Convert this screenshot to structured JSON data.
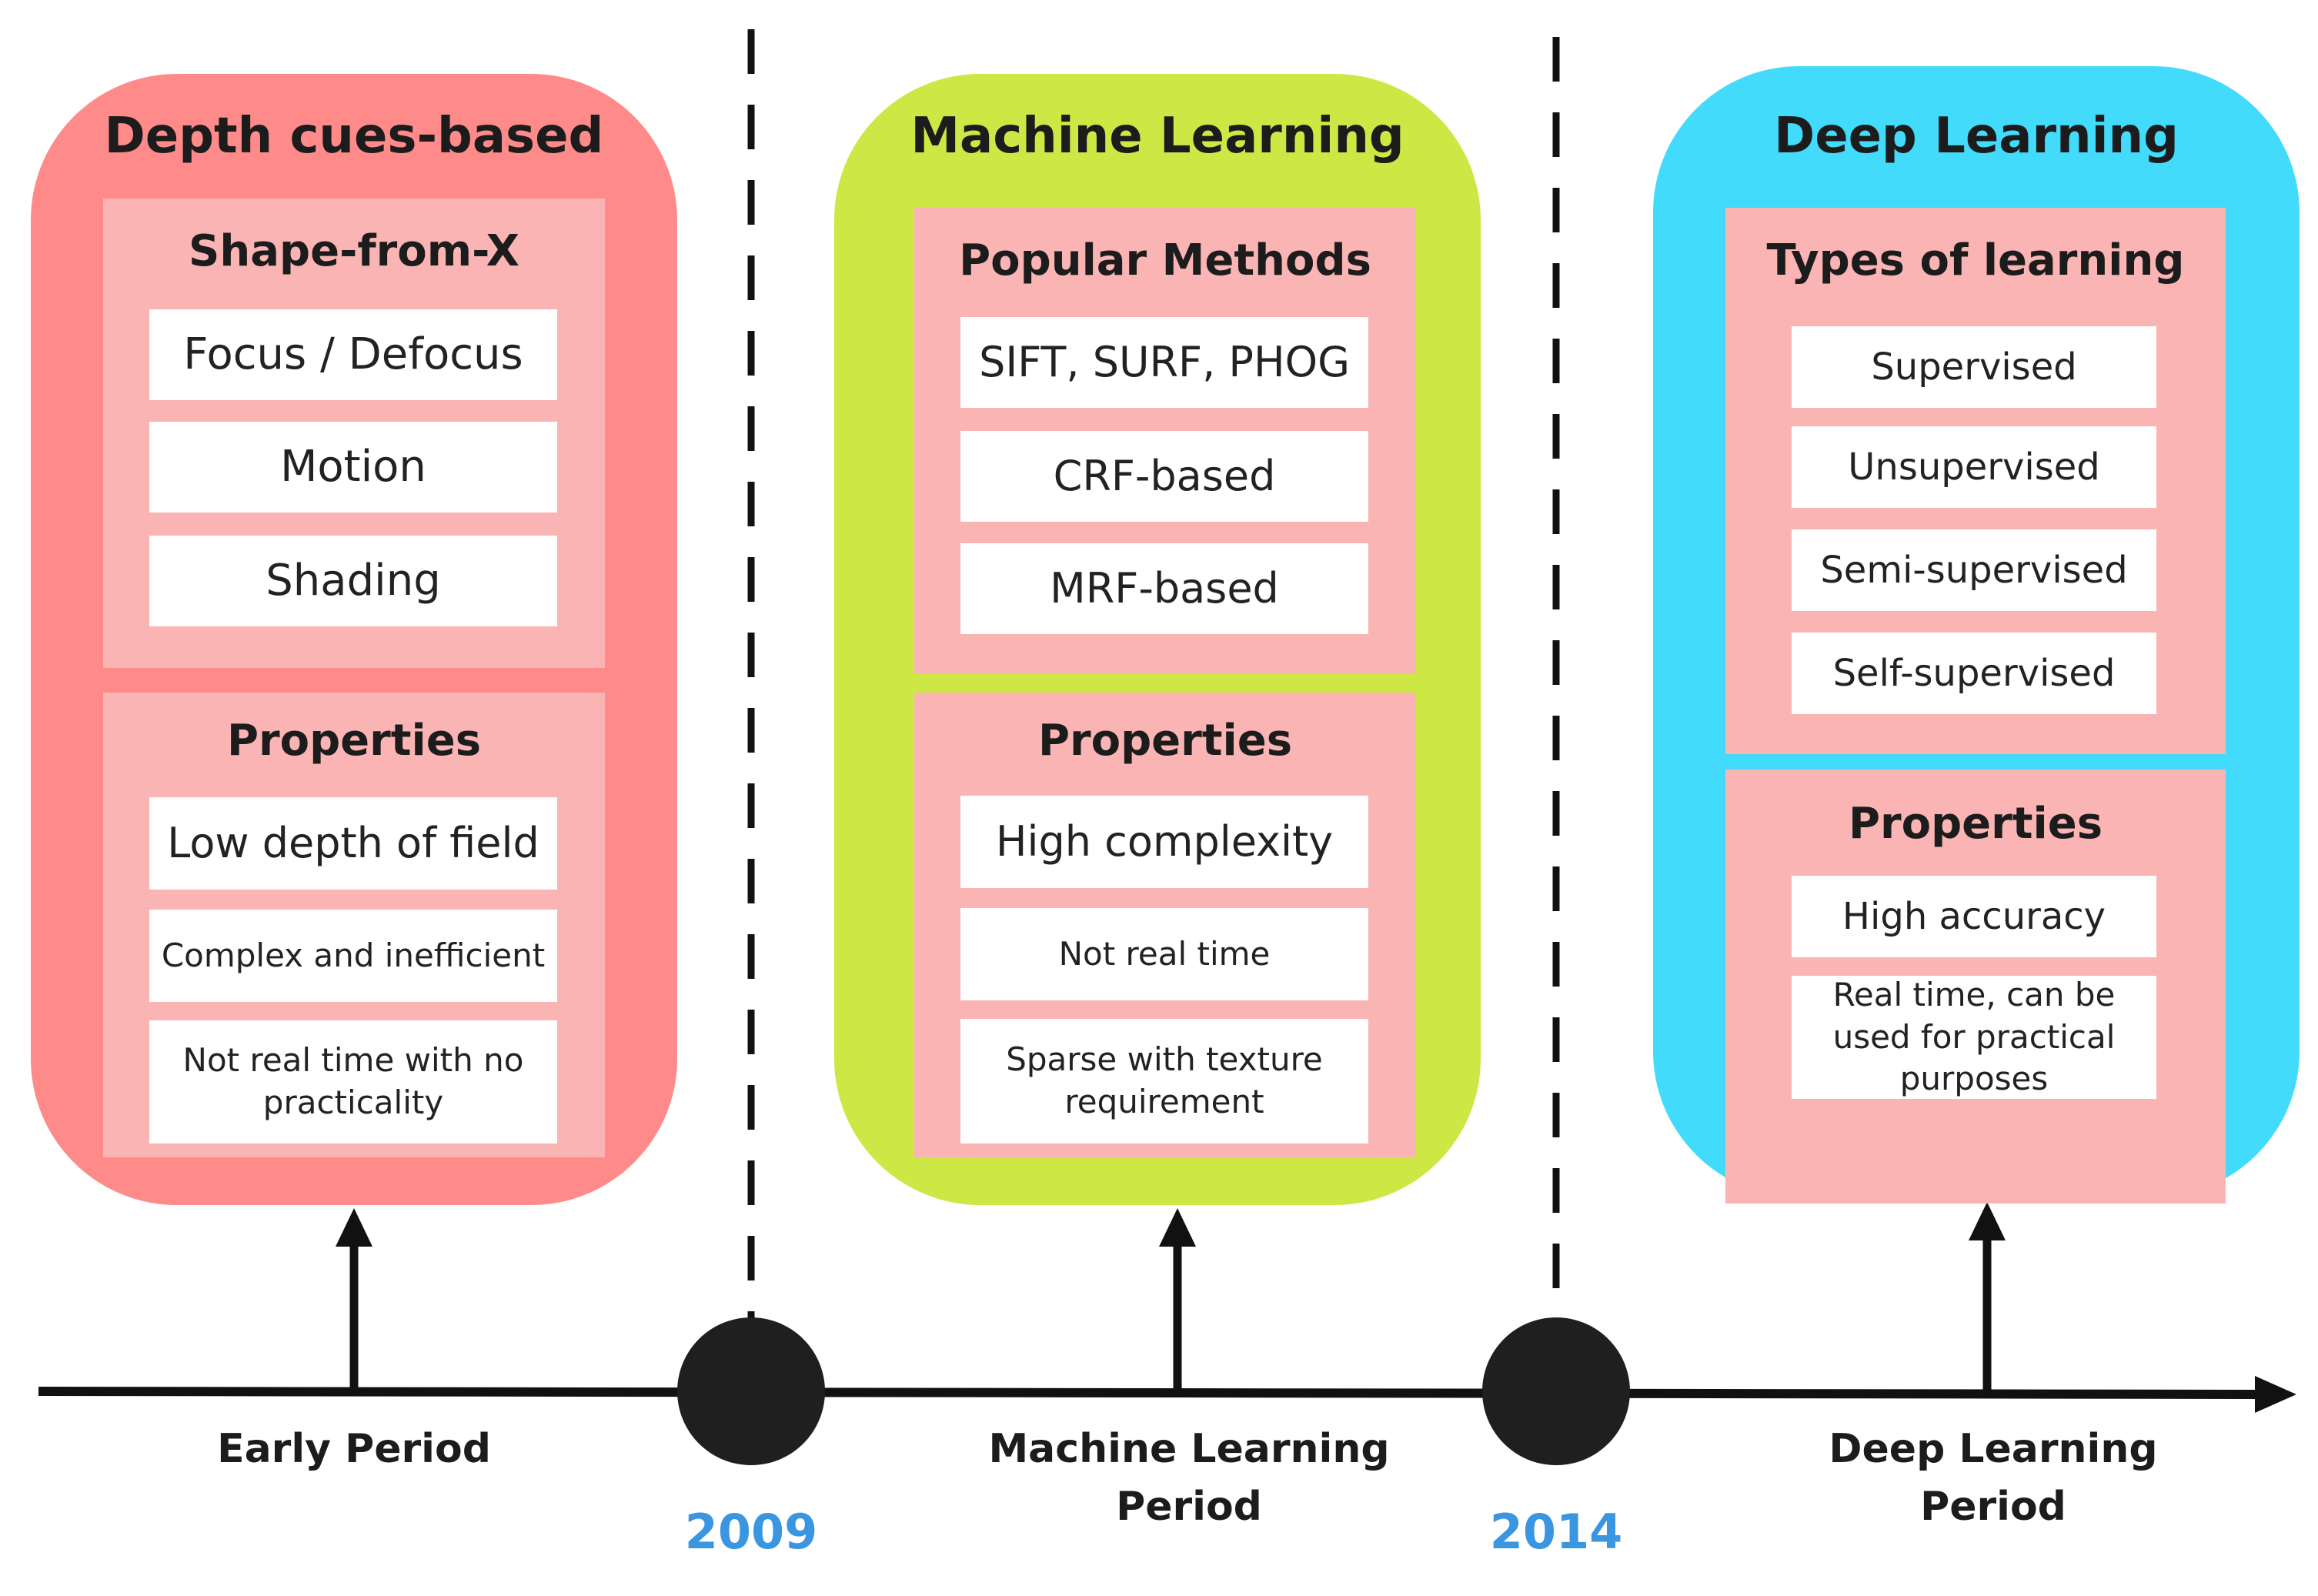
{
  "columns": [
    {
      "title": "Depth cues-based",
      "bg": "#ff8a8a",
      "groups": [
        {
          "title": "Shape-from-X",
          "items": [
            "Focus / Defocus",
            "Motion",
            "Shading"
          ]
        },
        {
          "title": "Properties",
          "items": [
            "Low depth of field",
            "Complex and inefficient",
            "Not real time with no practicality"
          ]
        }
      ]
    },
    {
      "title": "Machine Learning",
      "bg": "#cde845",
      "groups": [
        {
          "title": "Popular Methods",
          "items": [
            "SIFT, SURF, PHOG",
            "CRF-based",
            "MRF-based"
          ]
        },
        {
          "title": "Properties",
          "items": [
            "High complexity",
            "Not real time",
            "Sparse with texture requirement"
          ]
        }
      ]
    },
    {
      "title": "Deep Learning",
      "bg": "#43dbfb",
      "groups": [
        {
          "title": "Types of learning",
          "items": [
            "Supervised",
            "Unsupervised",
            "Semi-supervised",
            "Self-supervised"
          ]
        },
        {
          "title": "Properties",
          "items": [
            "High accuracy",
            "Real time, can be used for practical purposes"
          ]
        }
      ]
    }
  ],
  "timeline": {
    "periods": [
      "Early Period",
      "Machine Learning Period",
      "Deep Learning Period"
    ],
    "milestones": [
      "2009",
      "2014"
    ],
    "milestone_color": "#3a96e0"
  },
  "colors": {
    "group_bg": "#fbb4b4",
    "item_bg": "#ffffff",
    "line": "#111111",
    "dot": "#1f1f1f"
  }
}
